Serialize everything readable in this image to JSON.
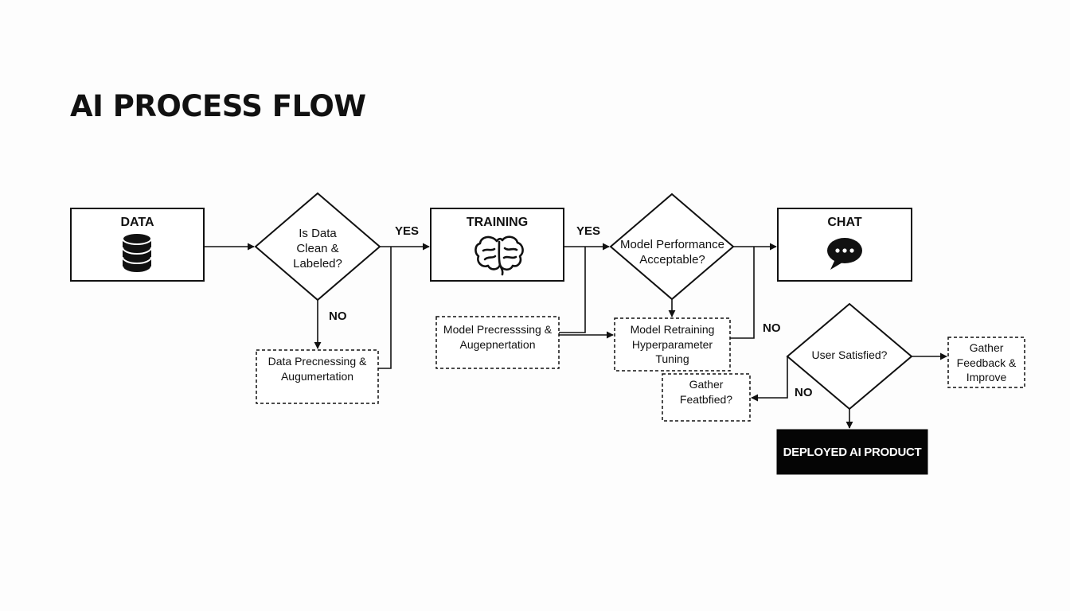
{
  "title": "AI PROCESS FLOW",
  "nodes": {
    "data": {
      "label": "DATA",
      "icon": "database-icon"
    },
    "clean_check": {
      "label": "Is Data Clean & Labeled?"
    },
    "data_preprocessing": {
      "label": "Data Precnessing & Augumertation"
    },
    "training": {
      "label": "TRAINING",
      "icon": "brain-icon"
    },
    "model_preprocessing": {
      "label": "Model Precresssing & Augepnertation"
    },
    "performance_check": {
      "label": "Model Performance Acceptable?"
    },
    "retraining": {
      "label": "Model Retraining Hyperparameter Tuning"
    },
    "gather_feat": {
      "label": "Gather Featbfied?"
    },
    "chat": {
      "label": "CHAT",
      "icon": "chat-bubble-icon"
    },
    "user_satisfied": {
      "label": "User Satisfied?"
    },
    "gather_feedback": {
      "label": "Gather Feedback & Improve"
    },
    "deployed": {
      "label": "DEPLOYED AI PRODUCT"
    }
  },
  "edge_labels": {
    "clean_yes": "YES",
    "clean_no": "NO",
    "performance_yes": "YES",
    "performance_no": "NO",
    "satisfied_no": "NO"
  },
  "colors": {
    "ink": "#111111",
    "background": "#fdfdfd",
    "deploy_fill": "#050505",
    "deploy_text": "#ffffff"
  }
}
